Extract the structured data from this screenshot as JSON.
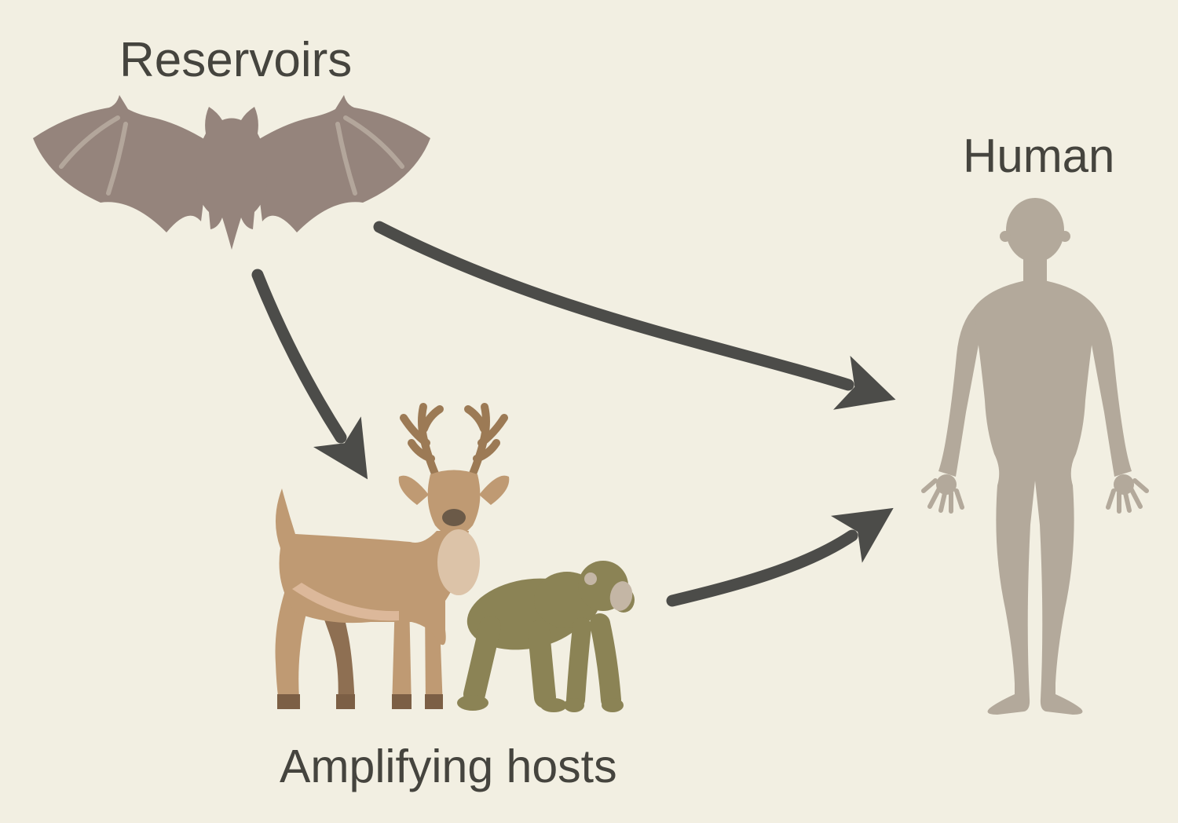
{
  "diagram": {
    "nodes": [
      {
        "id": "reservoirs",
        "label": "Reservoirs",
        "icon": "bat"
      },
      {
        "id": "amplifying_hosts",
        "label": "Amplifying hosts",
        "icons": [
          "deer",
          "monkey"
        ]
      },
      {
        "id": "human",
        "label": "Human",
        "icon": "human-figure"
      }
    ],
    "edges": [
      {
        "from": "reservoirs",
        "to": "amplifying_hosts"
      },
      {
        "from": "reservoirs",
        "to": "human"
      },
      {
        "from": "amplifying_hosts",
        "to": "human"
      }
    ]
  },
  "colors": {
    "background": "#f2efe2",
    "label_text": "#45443e",
    "arrow": "#4c4c49",
    "bat": "#95847c",
    "bat_wing_line": "#b9aca1",
    "deer_body": "#bf9a73",
    "deer_leg_dark": "#8e6f52",
    "deer_antler": "#9c7a55",
    "deer_chest_light": "#dcc3a8",
    "deer_belly_light": "#dcb89a",
    "deer_nose": "#6b5a48",
    "deer_hoof": "#7c5f45",
    "monkey_body": "#8b8355",
    "monkey_face": "#c4b6a5",
    "human": "#b3a99b"
  }
}
